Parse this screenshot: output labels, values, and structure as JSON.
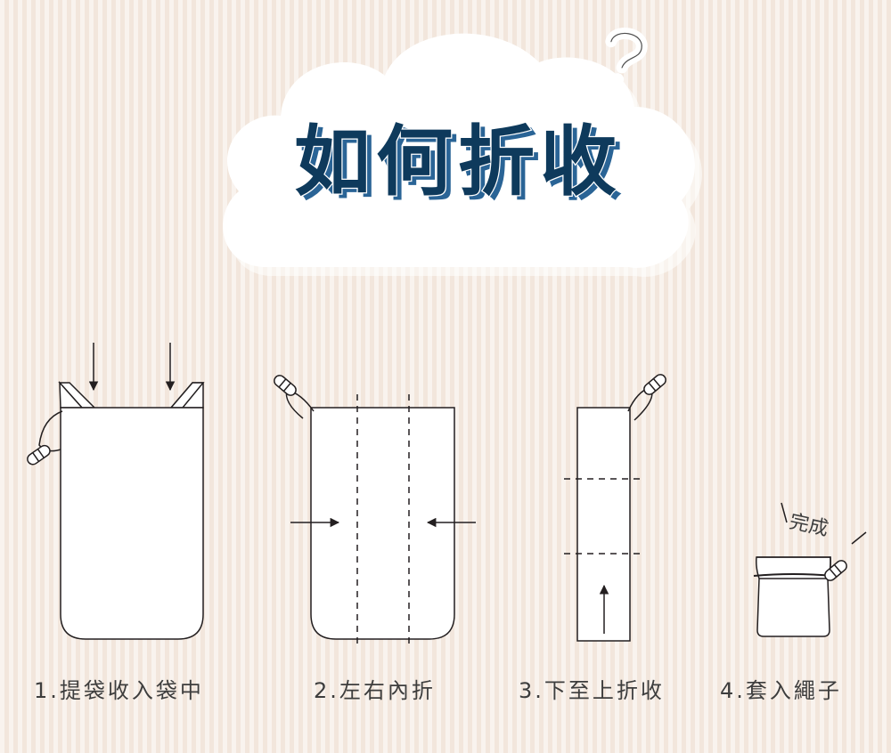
{
  "title": "如何折收",
  "done_label": "完成",
  "steps": [
    {
      "label": "1.提袋收入袋中"
    },
    {
      "label": "2.左右內折"
    },
    {
      "label": "3.下至上折收"
    },
    {
      "label": "4.套入繩子"
    }
  ],
  "colors": {
    "title_fill": "#0e3a5c",
    "title_outline": "#ffffff",
    "title_shadow": "#2a6496",
    "line": "#231f20",
    "cloud": "#ffffff"
  }
}
